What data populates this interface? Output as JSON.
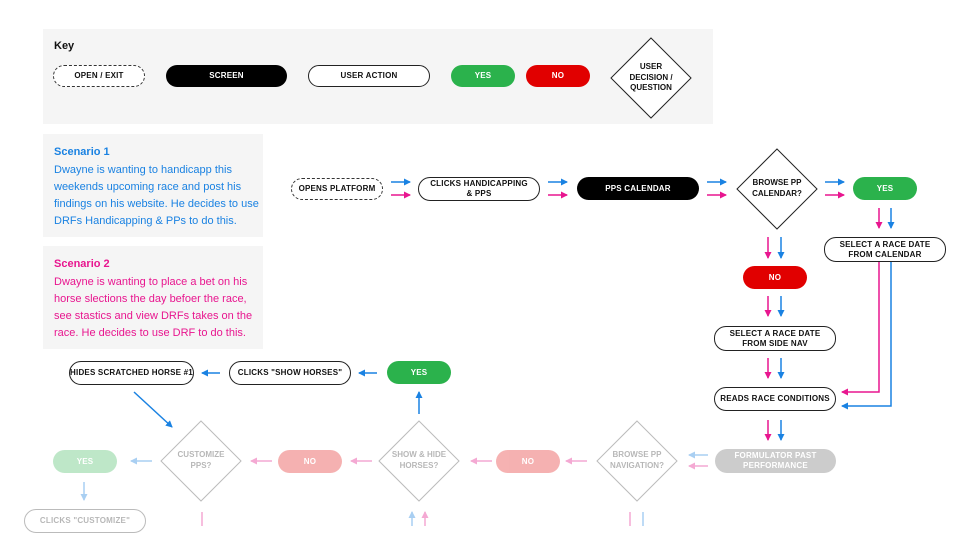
{
  "key": {
    "title": "Key",
    "open_exit": "OPEN / EXIT",
    "screen": "SCREEN",
    "user_action": "USER ACTION",
    "yes": "YES",
    "no": "NO",
    "decision": "USER\nDECISION /\nQUESTION"
  },
  "scenario1": {
    "title": "Scenario 1",
    "body": "Dwayne is wanting to handicapp this weekends upcoming race and post his findings on his website. He decides to use DRFs Handicapping & PPs to do this."
  },
  "scenario2": {
    "title": "Scenario 2",
    "body": "Dwayne is wanting to place a bet on his horse slections the day befoer the race, see stastics and view DRFs takes on the race. He decides to use DRF to do this."
  },
  "flow": {
    "opens_platform": "OPENS PLATFORM",
    "clicks_handicapping": "CLICKS HANDICAPPING\n& PPS",
    "pps_calendar": "PPS CALENDAR",
    "browse_pp_calendar": "BROWSE PP\nCALENDAR?",
    "yes_top": "YES",
    "select_race_calendar": "SELECT A RACE DATE\nFROM CALENDAR",
    "no_mid": "NO",
    "select_race_sidenav": "SELECT A RACE DATE\nFROM SIDE NAV",
    "reads_race_conditions": "READS RACE CONDITIONS",
    "formulator": "FORMULATOR PAST\nPERFORMANCE",
    "browse_pp_navigation": "BROWSE PP\nNAVIGATION?",
    "no_faded_1": "NO",
    "show_hide_horses": "SHOW & HIDE\nHORSES?",
    "no_faded_2": "NO",
    "customize_pps": "CUSTOMIZE\nPPS?",
    "yes_faded": "YES",
    "clicks_customize": "CLICKS \"CUSTOMIZE\"",
    "yes_show": "YES",
    "clicks_show_horses": "CLICKS \"SHOW HORSES\"",
    "hides_scratched": "HIDES SCRATCHED HORSE #1"
  },
  "colors": {
    "scenario1": "#1a82e2",
    "scenario2": "#e8168f",
    "yes": "#2bb24c",
    "no": "#e10000",
    "screen": "#000000"
  }
}
